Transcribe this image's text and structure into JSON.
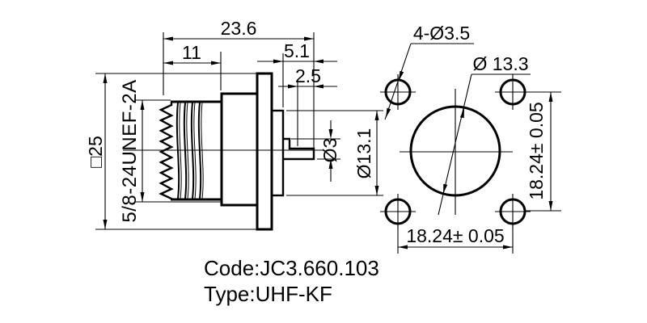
{
  "title": "UHF-KF connector technical drawing",
  "colors": {
    "line": "#000000",
    "background": "#ffffff"
  },
  "side_view": {
    "dim_total_length": "23.6",
    "dim_thread_length": "11",
    "dim_rear_length": "5.1",
    "dim_tab_length": "2.5",
    "dim_flange_square": "□25",
    "thread_spec": "5/8-24UNEF-2A",
    "dim_pin_diameter": "Ø3",
    "dim_rear_body_diameter": "Ø13.1"
  },
  "front_view": {
    "dim_mounting_holes": "4-Ø3.5",
    "dim_center_hole_diameter": "Ø 13.3",
    "dim_hole_spacing_horizontal": "18.24± 0.05",
    "dim_hole_spacing_vertical": "18.24± 0.05"
  },
  "notes": {
    "code_line": "Code:JC3.660.103",
    "type_line": "Type:UHF-KF"
  }
}
